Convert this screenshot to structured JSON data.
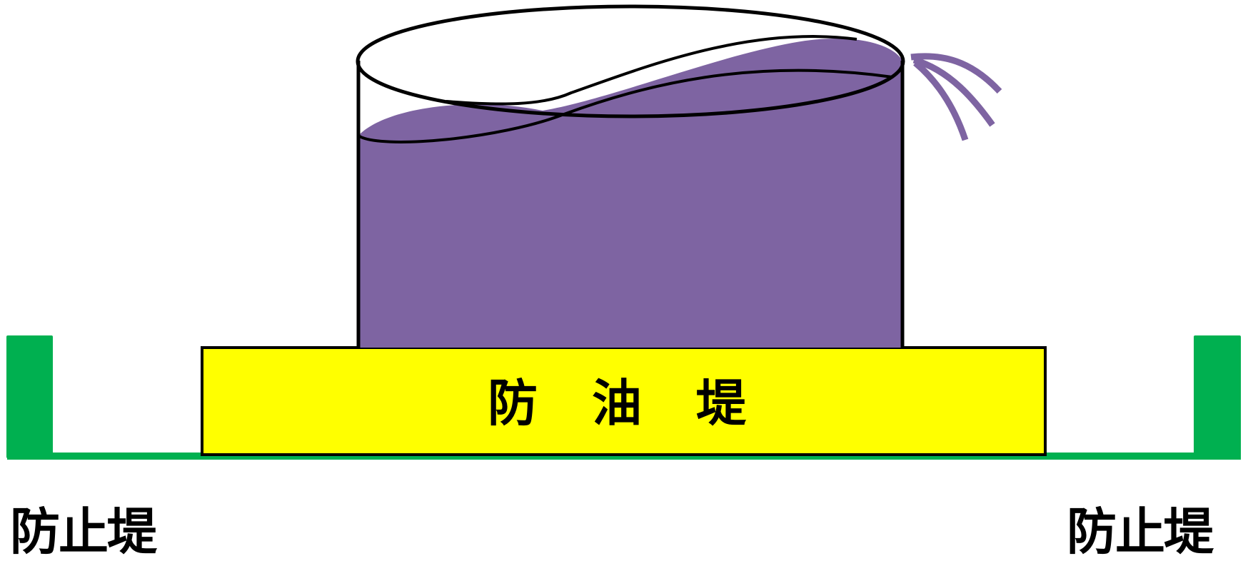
{
  "labels": {
    "oil_dike": "防油堤",
    "barrier_left": "防止堤",
    "barrier_right": "防止堤"
  },
  "colors": {
    "oil": "#7E64A2",
    "oil_dike": "#FFFF00",
    "barrier": "#00B050",
    "outline": "#000000"
  },
  "icons": {
    "tank": "cylindrical-storage-tank-icon",
    "overflow": "oil-splash-icon"
  }
}
